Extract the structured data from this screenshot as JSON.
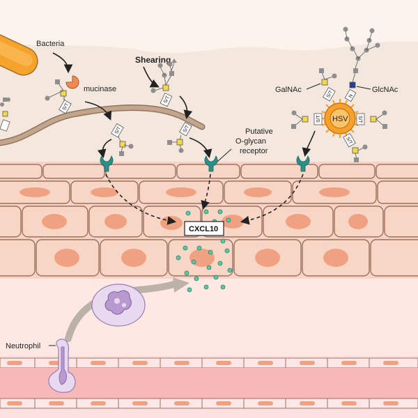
{
  "labels": {
    "bacteria": "Bacteria",
    "mucinase": "mucinase",
    "shearing": "Shearing",
    "receptor_line1": "Putative",
    "receptor_line2": "O-glycan",
    "receptor_line3": "receptor",
    "galnac": "GalNAc",
    "glcnac": "GlcNAc",
    "hsv": "HSV",
    "cxcl10": "CXCL10",
    "neutrophil": "Neutrophil",
    "st": "S/T",
    "n": "N"
  },
  "colors": {
    "background_top": "#f3e7de",
    "epithelium": "#f7d3c3",
    "cell_border": "#9b7060",
    "nucleus": "#f0a182",
    "vessel": "#f6b9b8",
    "receptor": "#2a8f88",
    "chemokine": "#5cc7a5",
    "galnac_yellow": "#f3d84a",
    "glcnac_blue": "#2a3a9a",
    "sugar_gray": "#8e8e8e",
    "bacteria_orange": "#f6a32b",
    "hsv_orange": "#f5a12a",
    "neutrophil_purple": "#b89ad1",
    "mucin_strand": "#c2a58a"
  }
}
